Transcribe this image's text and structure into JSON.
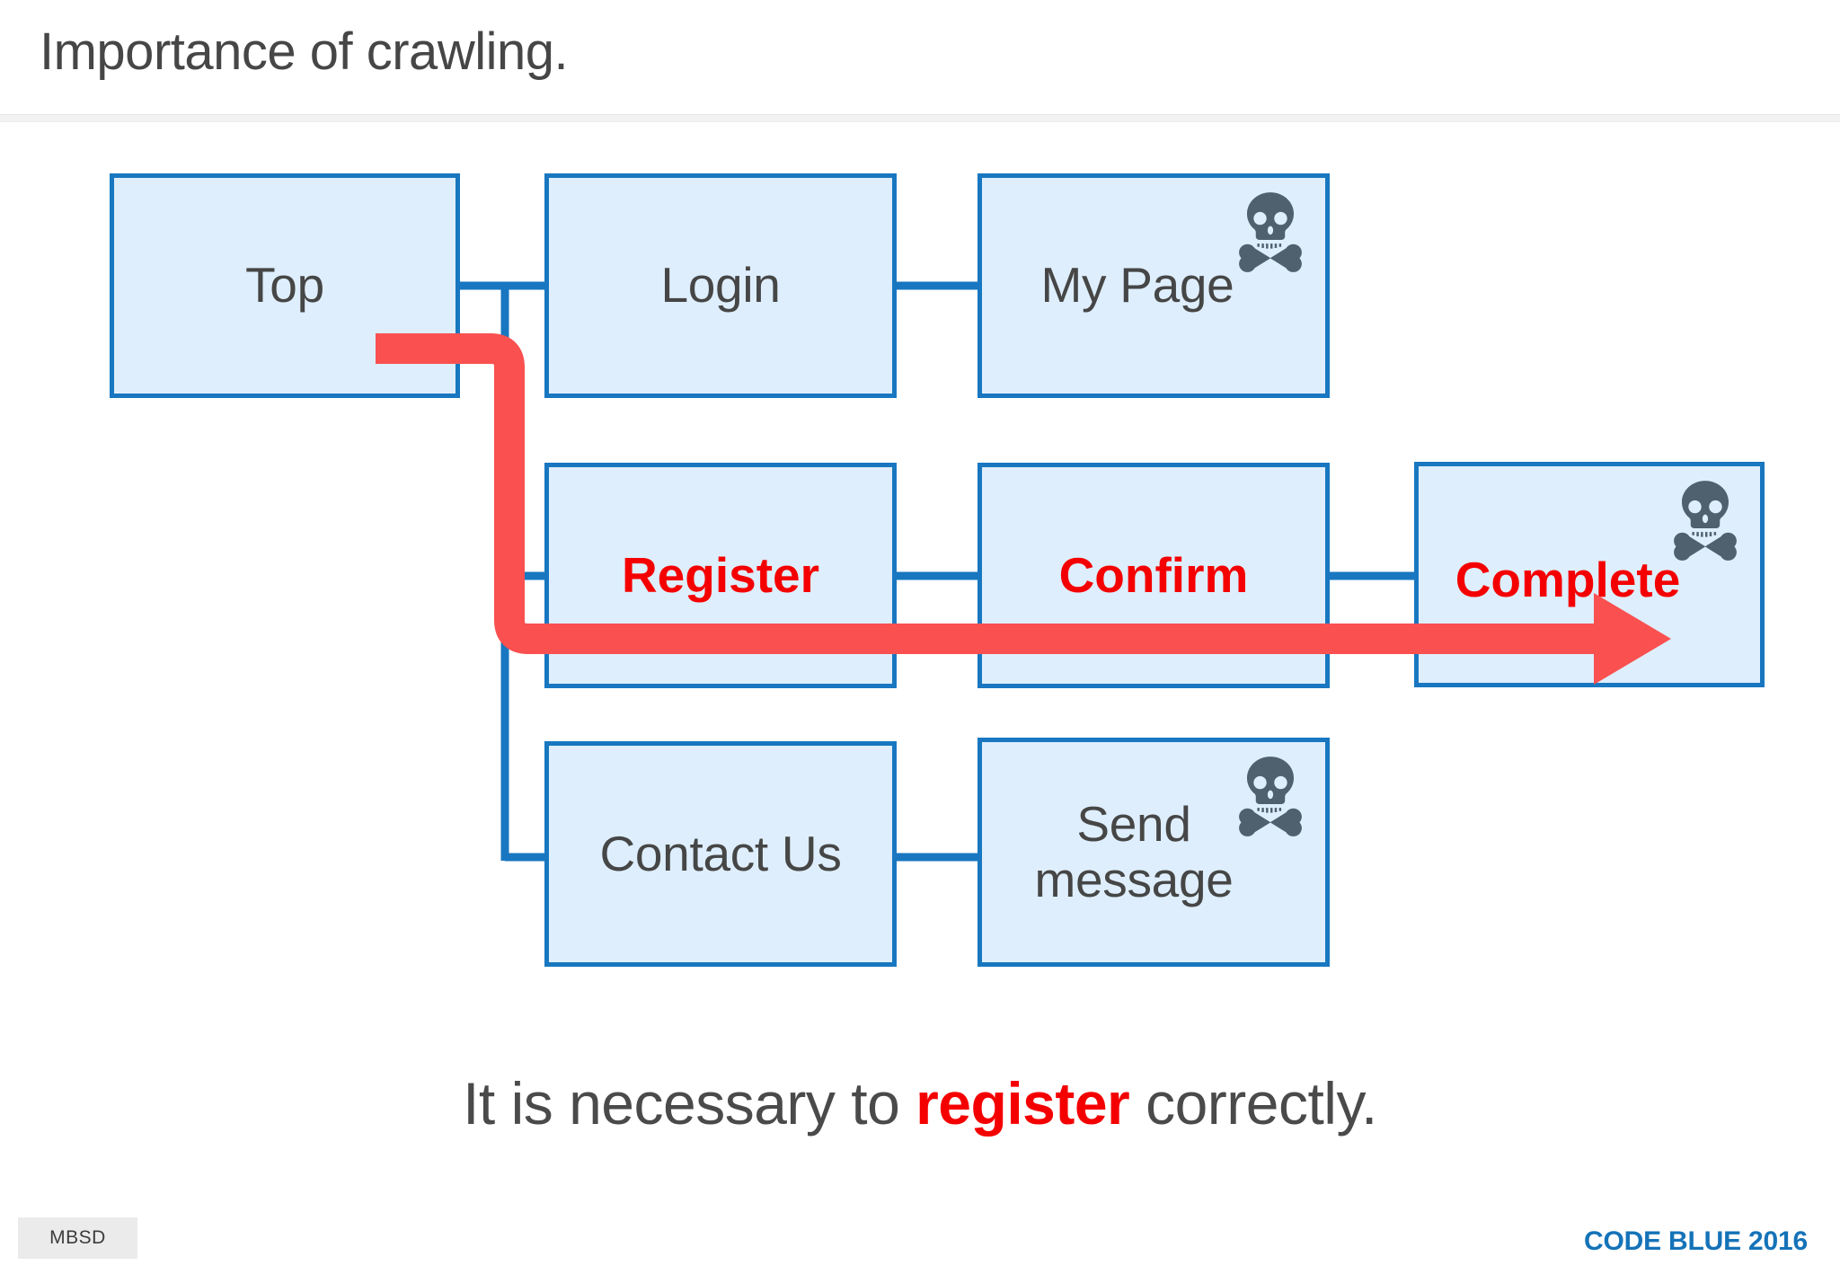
{
  "slide": {
    "title": "Importance of crawling.",
    "caption": {
      "before": "It is necessary to ",
      "emphasis": "register",
      "after": " correctly."
    }
  },
  "colors": {
    "node_fill": "#deeefc",
    "node_border": "#1877c0",
    "node_text": "#464646",
    "danger_text": "#f50000",
    "arrow_red": "#fa5050",
    "connector_blue": "#1877c0",
    "skull_gray": "#4f606e",
    "event_blue": "#1573b8",
    "title_gray": "#464646"
  },
  "diagram": {
    "type": "sitemap-flow",
    "nodes": [
      {
        "id": "top",
        "label": "Top",
        "danger": false,
        "skull": false,
        "row": 1,
        "col": 1
      },
      {
        "id": "login",
        "label": "Login",
        "danger": false,
        "skull": false,
        "row": 1,
        "col": 2
      },
      {
        "id": "mypage",
        "label": "My Page",
        "danger": false,
        "skull": true,
        "row": 1,
        "col": 3
      },
      {
        "id": "register",
        "label": "Register",
        "danger": true,
        "skull": false,
        "row": 2,
        "col": 2
      },
      {
        "id": "confirm",
        "label": "Confirm",
        "danger": true,
        "skull": false,
        "row": 2,
        "col": 3
      },
      {
        "id": "complete",
        "label": "Complete",
        "danger": true,
        "skull": true,
        "row": 2,
        "col": 4
      },
      {
        "id": "contact",
        "label": "Contact Us",
        "danger": false,
        "skull": false,
        "row": 3,
        "col": 2
      },
      {
        "id": "sendmessage",
        "label": "Send\nmessage",
        "danger": false,
        "skull": true,
        "row": 3,
        "col": 3
      }
    ],
    "connectors": [
      {
        "from": "top",
        "to": "login"
      },
      {
        "from": "login",
        "to": "mypage"
      },
      {
        "from": "top",
        "to": "register"
      },
      {
        "from": "register",
        "to": "confirm"
      },
      {
        "from": "confirm",
        "to": "complete"
      },
      {
        "from": "top",
        "to": "contact"
      },
      {
        "from": "contact",
        "to": "sendmessage"
      }
    ],
    "highlight_path": {
      "label": "register flow",
      "color": "#fa5050",
      "steps": [
        "Top",
        "Register",
        "Confirm",
        "Complete"
      ]
    }
  },
  "footer": {
    "logo": "MBSD",
    "event": "CODE BLUE 2016"
  },
  "icons": {
    "skull": "skull-crossbones-icon"
  }
}
